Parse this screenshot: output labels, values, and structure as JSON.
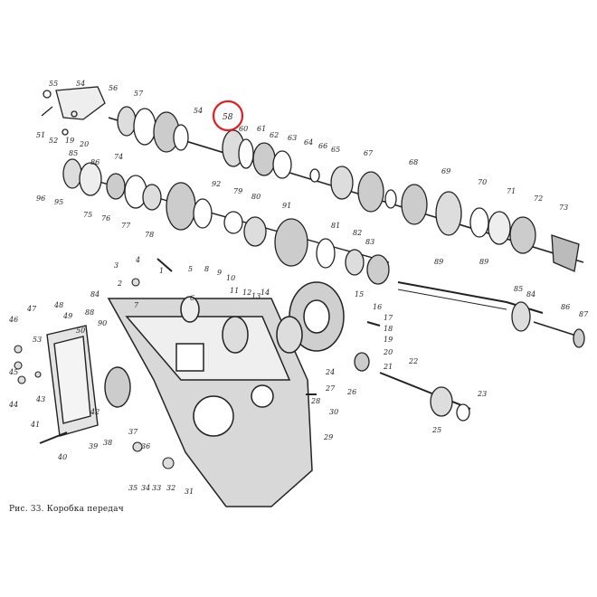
{
  "caption": "Рис. 33. Коробка передач",
  "highlight": {
    "label": "58",
    "color": "#e02020"
  },
  "callouts": {
    "row1": [
      "55",
      "54",
      "56",
      "57",
      "54",
      "58",
      "60",
      "61",
      "62",
      "63",
      "64",
      "65",
      "66",
      "67",
      "68",
      "69",
      "70",
      "71",
      "72",
      "73",
      "51",
      "52",
      "19",
      "20"
    ],
    "row2": [
      "85",
      "86",
      "74",
      "75",
      "76",
      "77",
      "78",
      "79",
      "80",
      "81",
      "82",
      "83",
      "84",
      "89",
      "91",
      "92",
      "95",
      "96"
    ],
    "housing": [
      "1",
      "2",
      "3",
      "4",
      "5",
      "6",
      "7",
      "8",
      "9",
      "10",
      "11",
      "12",
      "13",
      "14",
      "15",
      "16",
      "17",
      "18",
      "19",
      "20",
      "21",
      "22",
      "23",
      "24",
      "25",
      "26",
      "27",
      "28",
      "29",
      "30",
      "31",
      "32",
      "33",
      "34",
      "35",
      "36",
      "37",
      "38",
      "39",
      "40",
      "41",
      "42",
      "43",
      "44",
      "45",
      "46",
      "47",
      "48",
      "49",
      "50",
      "53",
      "84",
      "85",
      "86",
      "87",
      "88",
      "89",
      "90"
    ]
  }
}
